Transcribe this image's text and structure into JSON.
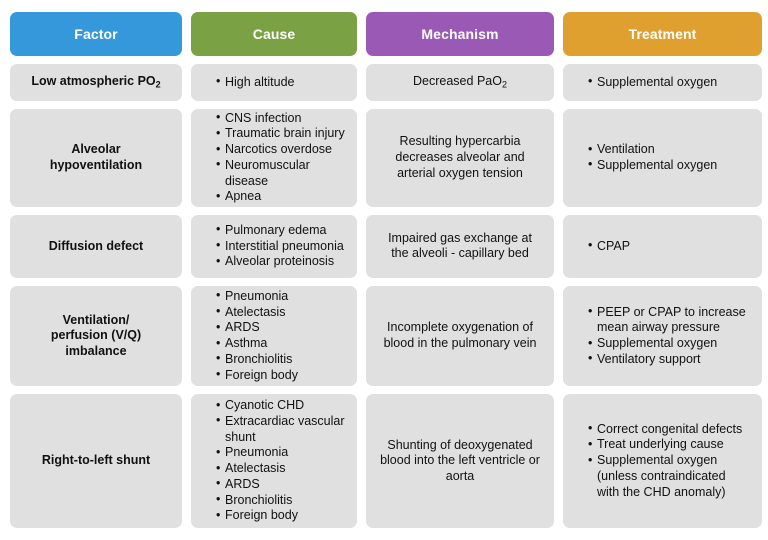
{
  "table": {
    "columns": [
      {
        "label": "Factor",
        "color": "#3498db"
      },
      {
        "label": "Cause",
        "color": "#7aa144"
      },
      {
        "label": "Mechanism",
        "color": "#9b59b6"
      },
      {
        "label": "Treatment",
        "color": "#e0a030"
      }
    ],
    "rows": [
      {
        "factor": "Low atmospheric PO2",
        "factor_base": "Low atmospheric PO",
        "factor_sub": "2",
        "causes": [
          "High altitude"
        ],
        "mechanism": "Decreased PaO2",
        "mechanism_base": "Decreased PaO",
        "mechanism_sub": "2",
        "treatments": [
          "Supplemental oxygen"
        ]
      },
      {
        "factor": "Alveolar hypoventilation",
        "factor_line1": "Alveolar",
        "factor_line2": "hypoventilation",
        "causes": [
          "CNS infection",
          "Traumatic brain injury",
          "Narcotics overdose",
          "Neuromuscular disease",
          "Apnea"
        ],
        "mechanism": "Resulting hypercarbia decreases alveolar and arterial oxygen tension",
        "treatments": [
          "Ventilation",
          "Supplemental oxygen"
        ]
      },
      {
        "factor": "Diffusion defect",
        "causes": [
          "Pulmonary edema",
          "Interstitial pneumonia",
          "Alveolar proteinosis"
        ],
        "mechanism": "Impaired gas exchange at the alveoli - capillary bed",
        "treatments": [
          "CPAP"
        ]
      },
      {
        "factor": "Ventilation/ perfusion (V/Q) imbalance",
        "factor_line1": "Ventilation/",
        "factor_line2": "perfusion (V/Q)",
        "factor_line3": "imbalance",
        "causes": [
          "Pneumonia",
          "Atelectasis",
          "ARDS",
          "Asthma",
          "Bronchiolitis",
          "Foreign body"
        ],
        "mechanism": "Incomplete oxygenation of blood in the pulmonary vein",
        "treatments": [
          "PEEP or CPAP to increase mean airway pressure",
          "Supplemental oxygen",
          "Ventilatory support"
        ]
      },
      {
        "factor": "Right-to-left shunt",
        "causes": [
          "Cyanotic CHD",
          "Extracardiac vascular shunt",
          "Pneumonia",
          "Atelectasis",
          "ARDS",
          "Bronchiolitis",
          "Foreign body"
        ],
        "mechanism": "Shunting of deoxygenated blood into the left ventricle or aorta",
        "treatments": [
          "Correct congenital defects",
          "Treat underlying cause",
          "Supplemental oxygen (unless contraindicated with the CHD anomaly)"
        ]
      }
    ]
  }
}
